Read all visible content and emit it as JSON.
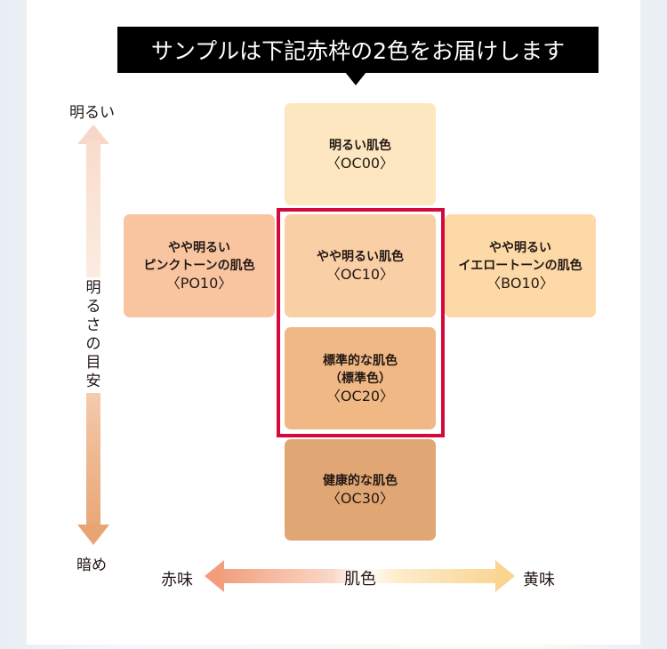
{
  "banner": "サンプルは下記赤枠の2色をお届けします",
  "axes": {
    "vertical_top": "明るい",
    "vertical_bottom": "暗め",
    "vertical_title": "明るさの目安",
    "horizontal_left": "赤味",
    "horizontal_right": "黄味",
    "horizontal_title": "肌色"
  },
  "shades": {
    "oc00": {
      "name": "明るい肌色",
      "code": "〈OC00〉",
      "color": "#fde7c0"
    },
    "po10": {
      "name1": "やや明るい",
      "name2": "ピンクトーンの肌色",
      "code": "〈PO10〉",
      "color": "#f8c5a0"
    },
    "oc10": {
      "name": "やや明るい肌色",
      "code": "〈OC10〉",
      "color": "#f9cfa6"
    },
    "bo10": {
      "name1": "やや明るい",
      "name2": "イエロートーンの肌色",
      "code": "〈BO10〉",
      "color": "#fcd9a6"
    },
    "oc20": {
      "name": "標準的な肌色",
      "sub": "（標準色）",
      "code": "〈OC20〉",
      "color": "#f0b885"
    },
    "oc30": {
      "name": "健康的な肌色",
      "code": "〈OC30〉",
      "color": "#e0a775"
    }
  },
  "highlight_color": "#d5093c"
}
